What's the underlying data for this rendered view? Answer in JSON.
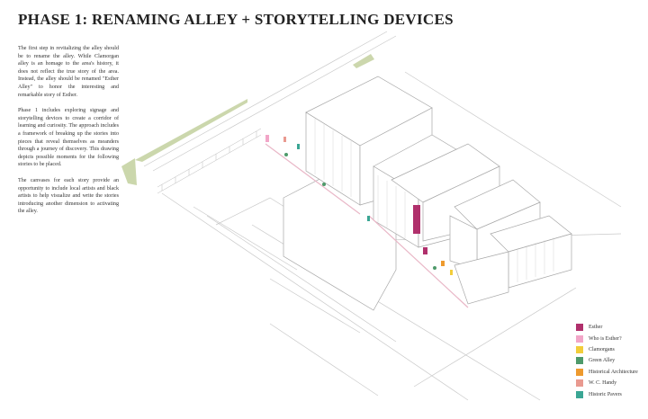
{
  "title": "PHASE 1: RENAMING ALLEY + STORYTELLING DEVICES",
  "paragraphs": [
    "The first step in revitalizing the alley should be to rename the alley. While Clamorgan alley is an homage to the area's history, it does not reflect the true story of the area. Instead, the alley should be renamed \"Esther Alley\" to honor the interesting and remarkable story of Esther.",
    "Phase 1 includes exploring signage and storytelling devices to create a corridor of learning and curiosity. The approach includes a framework of breaking up the stories into pieces that reveal themselves as meanders through a journey of discovery. This drawing depicts possible moments for the following stories to be placed.",
    "The canvases for each story provide an opportunity to include local artists and black artists to help visualize and write the stories introducing another dimension to activating the alley."
  ],
  "legend": [
    {
      "label": "Esther",
      "color": "#b0306c"
    },
    {
      "label": "Who is Esther?",
      "color": "#f2a6c8"
    },
    {
      "label": "Clamorgans",
      "color": "#f2cd3a"
    },
    {
      "label": "Green Alley",
      "color": "#4e9a6a"
    },
    {
      "label": "Historical Architecture",
      "color": "#ee9a2e"
    },
    {
      "label": "W. C. Handy",
      "color": "#e99a90"
    },
    {
      "label": "Historic Pavers",
      "color": "#3aa694"
    }
  ]
}
